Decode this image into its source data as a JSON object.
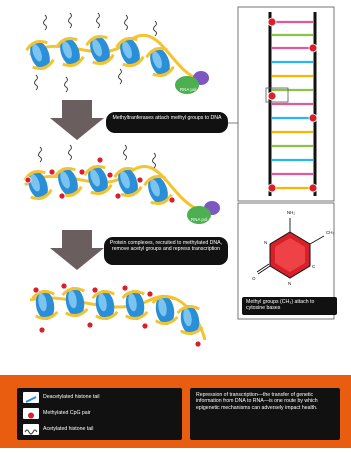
{
  "colors": {
    "histone": "#2a8fd6",
    "dna_strand": "#f4c430",
    "methyl_group": "#d8202a",
    "rna_pol_green": "#4caf50",
    "rna_pol_purple": "#7e57c2",
    "arrow": "#6b5e5e",
    "footer": "#e85d10",
    "panel_dark": "#111111"
  },
  "rna_pol": {
    "label_1": "RNA pol II",
    "label_2": "RNA pol II"
  },
  "callouts": {
    "step1": "Methyltranferases attach methyl groups to DNA",
    "step2": "Protein complexes, recruited to methylated DNA, remove acetyl groups and repress transcription"
  },
  "molecule": {
    "ch3_label": "Methyl groups (CH₃) attach to cytosine bases",
    "atom_nh2": "NH₂",
    "atom_ch3": "CH₃",
    "atom_n1": "N",
    "atom_n2": "N",
    "atom_o": "O",
    "atom_c": "C"
  },
  "legend": {
    "items": [
      {
        "label": "Deacetylated histone tail",
        "icon": "histone-tail-icon"
      },
      {
        "label": "Methylated CpG pair",
        "icon": "methyl-dot-icon"
      },
      {
        "label": "Acetylated histone tail",
        "icon": "acetylated-tail-icon"
      }
    ]
  },
  "note": "Repression of transcription—the transfer of genetic information from DNA to RNA—is one route by which epigenetic mechanisms can adversely impact health."
}
